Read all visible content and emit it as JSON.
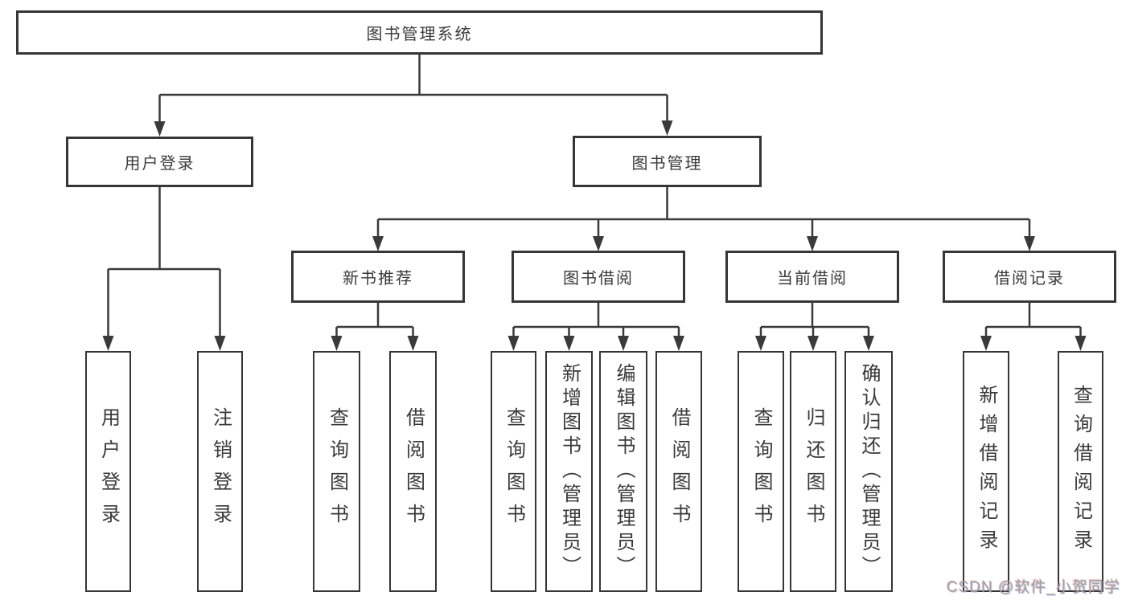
{
  "diagram": {
    "type": "hierarchy-tree",
    "title": "图书管理系统",
    "root": {
      "label": "图书管理系统"
    },
    "level2": {
      "user_login": {
        "label": "用户登录"
      },
      "book_mgmt": {
        "label": "图书管理"
      }
    },
    "level3": {
      "new_book_rec": {
        "label": "新书推荐"
      },
      "book_borrowing": {
        "label": "图书借阅"
      },
      "current_borrowing": {
        "label": "当前借阅"
      },
      "borrowing_records": {
        "label": "借阅记录"
      }
    },
    "leaves": {
      "user_login": [
        "用户登录",
        "注销登录"
      ],
      "new_book_rec": [
        "查询图书",
        "借阅图书"
      ],
      "book_borrowing": [
        "查询图书",
        "新增图书（管理员）",
        "编辑图书（管理员）",
        "借阅图书"
      ],
      "current_borrowing": [
        "查询图书",
        "归还图书",
        "确认归还（管理员）"
      ],
      "borrowing_records": [
        "新增借阅记录",
        "查询借阅记录"
      ]
    },
    "colors": {
      "line": "#3a3a3a",
      "box_border": "#363636",
      "box_fill": "#ffffff",
      "text": "#3a3a3a",
      "background": "#ffffff",
      "watermark_text": "#9e9e9e"
    }
  },
  "watermark": "CSDN @软件_小贺同学"
}
